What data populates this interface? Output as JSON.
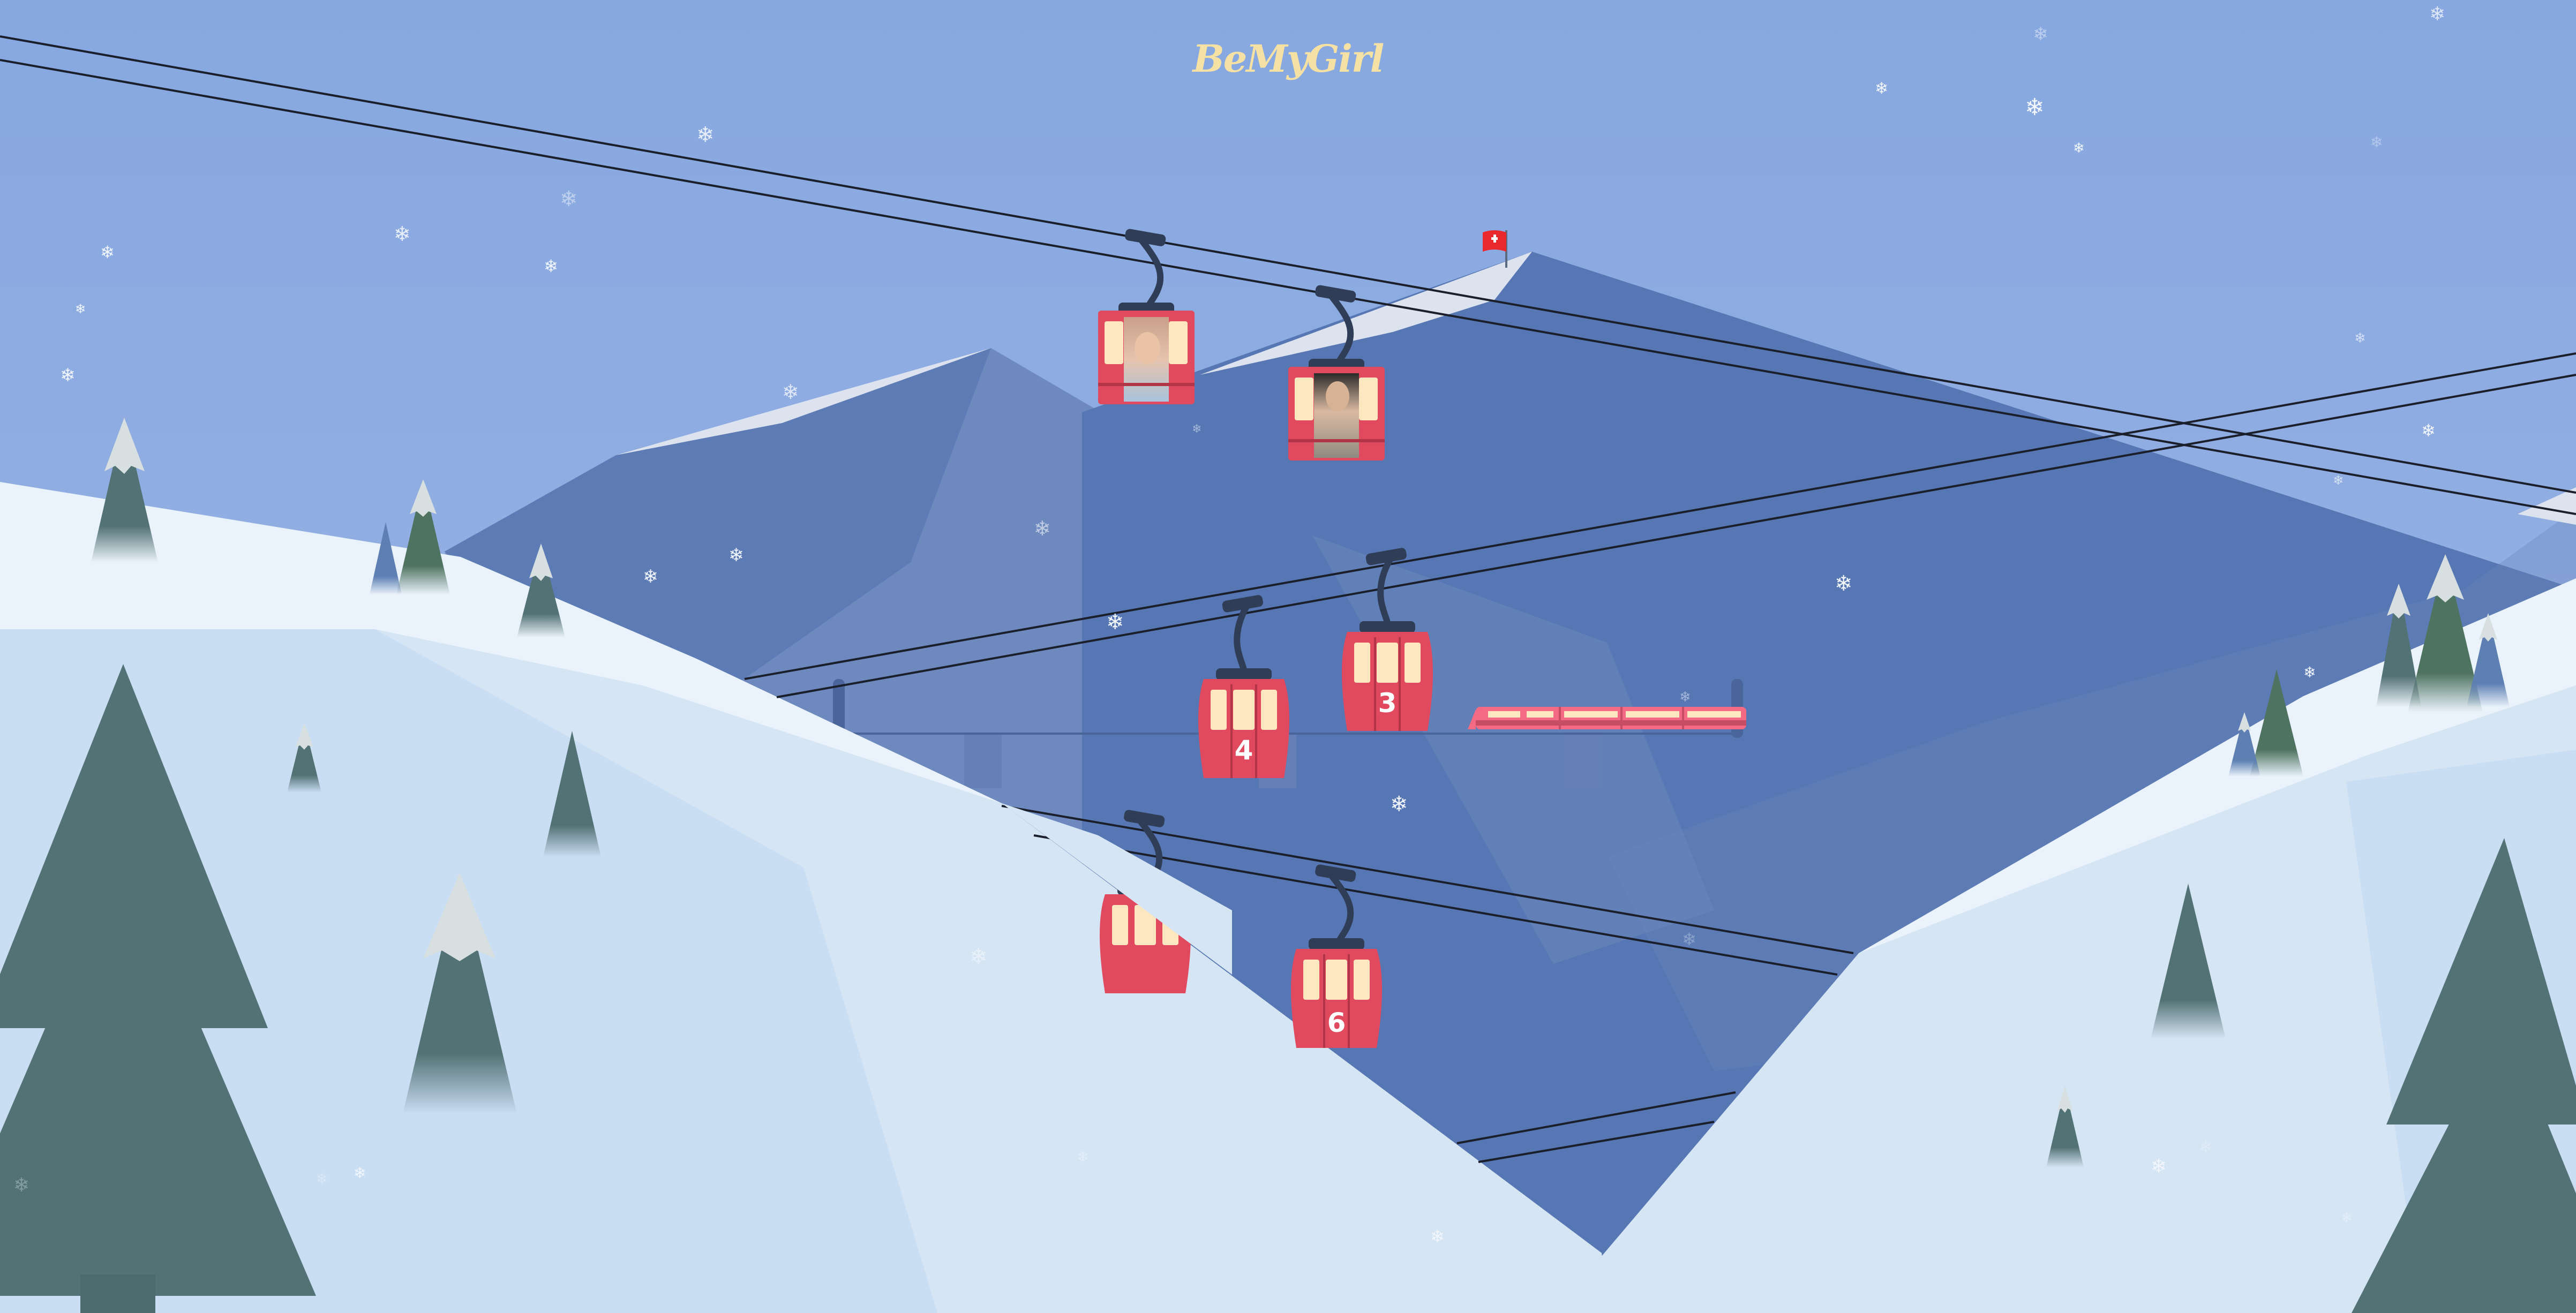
{
  "brand": {
    "logo_text": "BeMyGirl"
  },
  "colors": {
    "sky_top": "#87a8e0",
    "sky_bottom": "#9bb4e3",
    "mountain_dark": "#5677b3",
    "mountain_mid": "#6b87bb",
    "snow_cap": "#dde3ee",
    "snow_light": "#eaf2fb",
    "snow_mid": "#d4e4f4",
    "snow_shade": "#c9ddf3",
    "tree": "#537275",
    "tree_dark": "#4b6b6e",
    "tree_snow": "#d7dfe0",
    "cabin_red": "#e14a5e",
    "cabin_window": "#fde7c0",
    "cable": "#1b1f2b",
    "hanger": "#2f3d57",
    "train": "#f46a84",
    "flag": "#e8282d"
  },
  "cabins": [
    {
      "id": "cabin-1",
      "label": "",
      "has_photo": true
    },
    {
      "id": "cabin-2",
      "label": "",
      "has_photo": true
    },
    {
      "id": "cabin-3",
      "label": "3",
      "has_photo": false
    },
    {
      "id": "cabin-4",
      "label": "4",
      "has_photo": false
    },
    {
      "id": "cabin-5",
      "label": "",
      "has_photo": false
    },
    {
      "id": "cabin-6",
      "label": "6",
      "has_photo": false
    }
  ],
  "icons": {
    "flag": "swiss-flag-icon",
    "snowflake": "snowflake-icon",
    "train": "train-icon"
  }
}
